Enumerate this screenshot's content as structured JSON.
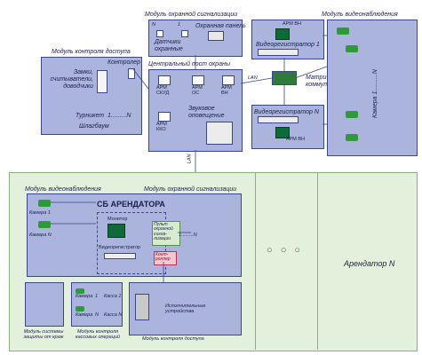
{
  "top": {
    "access_module": {
      "title": "Модуль контроля доступа",
      "locks": "Замки, считыватели, доводчики",
      "controller": "Контролер",
      "turnstile": "Турникет",
      "turnstile_range": "1.........N",
      "barrier": "Шлагбаум"
    },
    "alarm_module": {
      "title": "Модуль охранной сигнализации",
      "n": "N",
      "one": "1",
      "panel": "Охранная панель",
      "sensors": "Датчики охранные"
    },
    "central": {
      "title": "Центральный пост охраны",
      "arm_skud": "АРМ СКУД",
      "arm_os": "АРМ ОС",
      "arm_vn": "АРМ ВН",
      "arm_kko": "АРМ ККО",
      "sound": "Звуковое оповещение",
      "lan": "LAN",
      "lan2": "LAN"
    },
    "video_module": {
      "title": "Модуль видеонаблюдения",
      "arm_vn_top": "АРМ ВН",
      "recorder1": "Видеорегистратор 1",
      "matrix": "Матричный коммутатор",
      "recorderN": "Видеорегистратор N",
      "arm_vn_bottom": "АРМ ВН",
      "camera_label": "Камера 1..........N"
    }
  },
  "bottom": {
    "video_module_title": "Модуль видеонаблюдения",
    "alarm_module_title": "Модуль охранной сигнализации",
    "sb": "СБ АРЕНДАТОРА",
    "camera1": "Камера 1",
    "cameraN": "Камера N",
    "monitor": "Монитор",
    "recorder": "Видеорегистратор",
    "alarm_panel": "Пульт охранной сигна-лизации",
    "alarm_range": "1.........N",
    "controller": "Конт-роллер",
    "theft_module": "Модуль системы защиты от краж",
    "cash_cam1": "Камера",
    "cash_one": "1",
    "cash_register1": "Касса 1",
    "cash_camN": "Камера",
    "cash_n": "N",
    "cash_registerN": "Касса N",
    "cash_module": "Модуль контроля кассовых операций",
    "devices": "Исполнительные устройства",
    "access_module": "Модуль контроля доступа",
    "dots": "○ ○ ○",
    "tenant_n": "Арендатор N"
  },
  "colors": {
    "module_fill": "#aab4dc",
    "outer_green": "#e3f1dc",
    "border": "#3a4690",
    "accent_green": "#2f9a3a"
  }
}
